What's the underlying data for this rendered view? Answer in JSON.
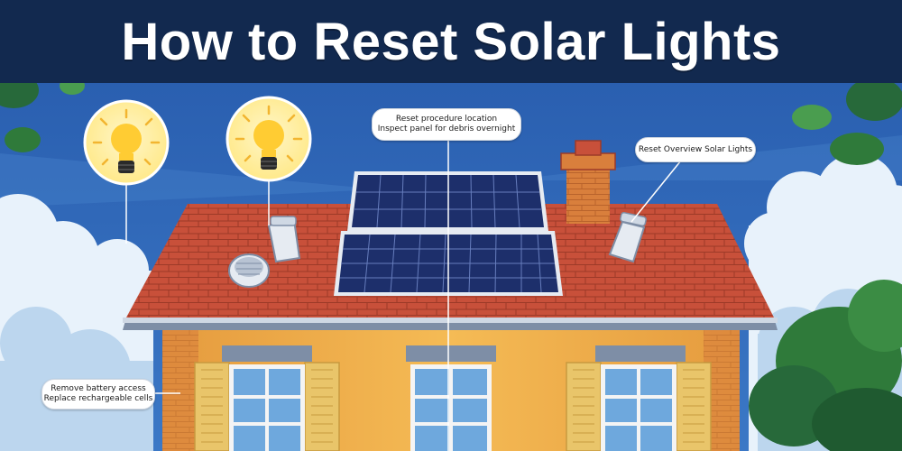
{
  "title": "How to Reset Solar Lights",
  "callouts": {
    "top_center": {
      "line1": "Reset procedure location",
      "line2": "Inspect panel for debris overnight"
    },
    "top_right": {
      "line1": "Reset Overview Solar Lights"
    },
    "bottom_left": {
      "line1": "Remove battery access",
      "line2": "Replace rechargeable cells"
    }
  },
  "icons": {
    "bulb_left": "light-bulb-icon",
    "bulb_right": "light-bulb-icon"
  },
  "colors": {
    "sky": "#2f66b8",
    "title_bar": "#12294f",
    "roof": "#c8503a",
    "wall": "#f2b24a",
    "panel": "#1d2f6b",
    "shutter": "#e9c56a"
  }
}
